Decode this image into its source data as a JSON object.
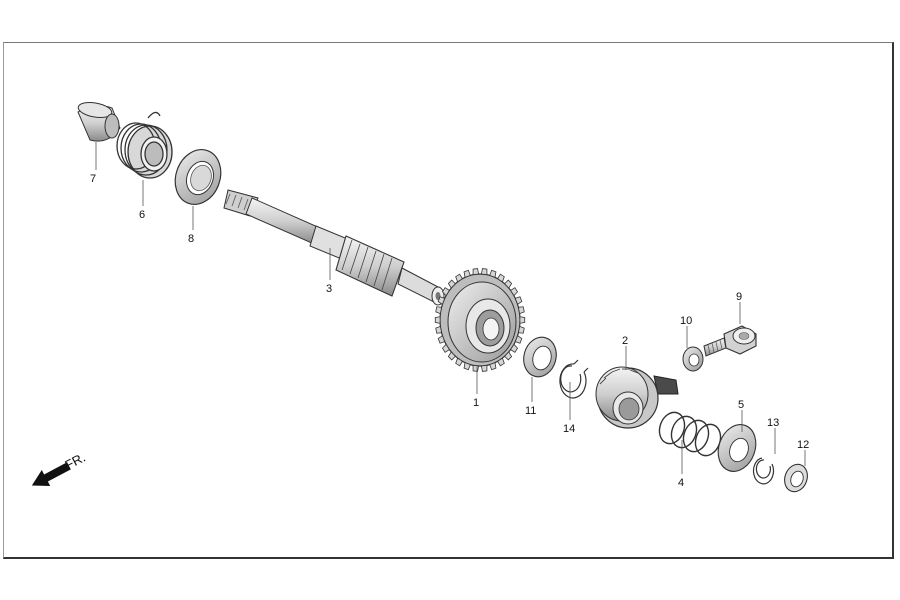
{
  "diagram": {
    "direction_label": "FR.",
    "parts": [
      {
        "id": "part-1",
        "number": "1",
        "name": "gear"
      },
      {
        "id": "part-2",
        "number": "2",
        "name": "ratchet"
      },
      {
        "id": "part-3",
        "number": "3",
        "name": "shaft"
      },
      {
        "id": "part-4",
        "number": "4",
        "name": "spring"
      },
      {
        "id": "part-5",
        "number": "5",
        "name": "washer"
      },
      {
        "id": "part-6",
        "number": "6",
        "name": "spring"
      },
      {
        "id": "part-7",
        "number": "7",
        "name": "collar"
      },
      {
        "id": "part-8",
        "number": "8",
        "name": "washer"
      },
      {
        "id": "part-9",
        "number": "9",
        "name": "bolt"
      },
      {
        "id": "part-10",
        "number": "10",
        "name": "washer"
      },
      {
        "id": "part-11",
        "number": "11",
        "name": "washer"
      },
      {
        "id": "part-12",
        "number": "12",
        "name": "washer"
      },
      {
        "id": "part-13",
        "number": "13",
        "name": "circlip"
      },
      {
        "id": "part-14",
        "number": "14",
        "name": "circlip"
      }
    ]
  }
}
